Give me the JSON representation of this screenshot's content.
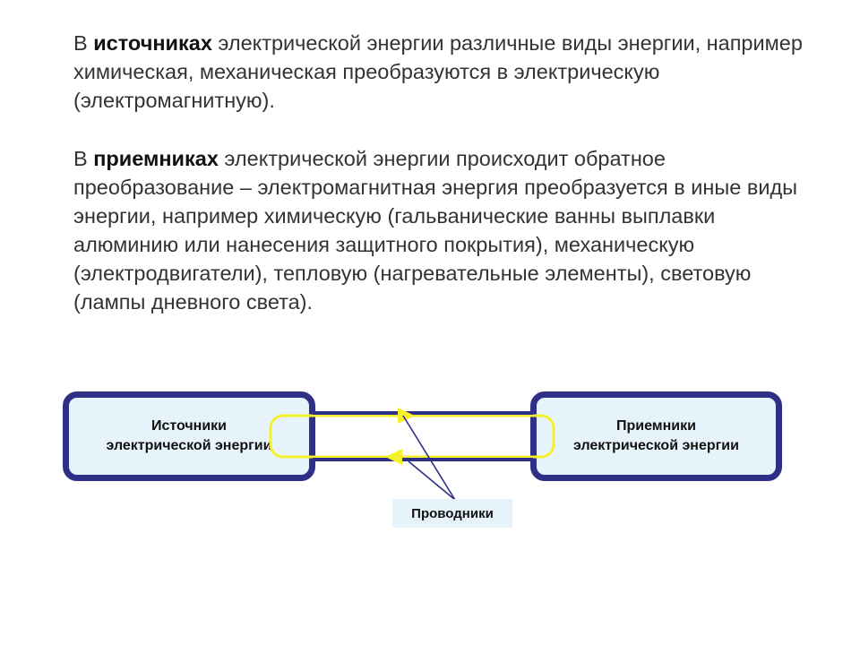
{
  "paragraph1": {
    "pre": "В ",
    "bold": "источниках",
    "rest": " электрической энергии различные виды энергии, например химическая, механическая преобразуются в электрическую (электромагнитную)."
  },
  "paragraph2": {
    "pre": "В ",
    "bold": "приемниках",
    "rest": " электрической энергии происходит обратное преобразование – электромагнитная энергия преобразуется в иные виды энергии, например химическую (гальванические ванны выплавки алюминию или нанесения защитного покрытия), механическую (электродвигатели), тепловую (нагревательные элементы), световую (лампы дневного света)."
  },
  "diagram": {
    "sources_line1": "Источники",
    "sources_line2": "электрической энергии",
    "receivers_line1": "Приемники",
    "receivers_line2": "электрической энергии",
    "conductors": "Проводники",
    "colors": {
      "box_border": "#2e2f86",
      "box_fill": "#e6f3fb",
      "loop": "#f5f02a",
      "wire": "#2e2f86",
      "pointer": "#2e2f86"
    }
  }
}
